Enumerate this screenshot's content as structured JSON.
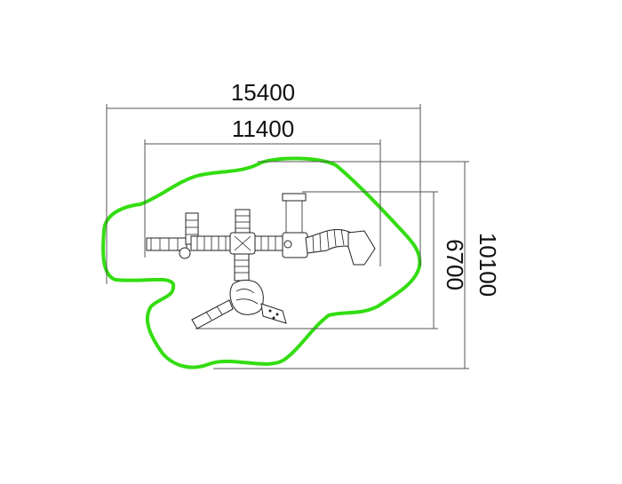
{
  "dimensions": {
    "overall_width": "15400",
    "play_width": "11400",
    "overall_depth": "10100",
    "play_depth": "6700"
  },
  "colors": {
    "safety_zone": "#33dd11",
    "dimension_line": "#555555",
    "outline": "#222222"
  }
}
